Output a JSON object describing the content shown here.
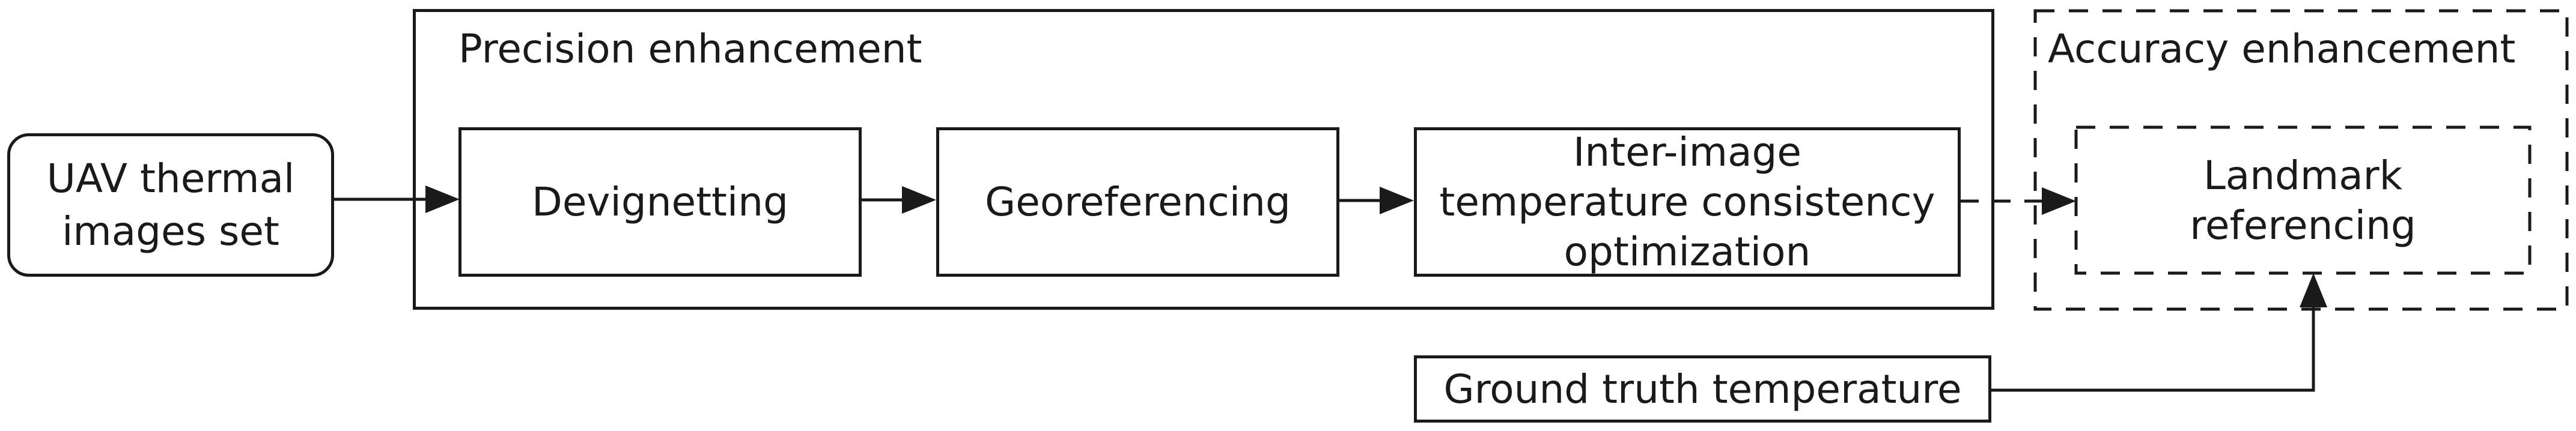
{
  "groups": {
    "precision": {
      "title": "Precision enhancement"
    },
    "accuracy": {
      "title": "Accuracy enhancement"
    }
  },
  "nodes": {
    "uav": {
      "lines": [
        "UAV thermal",
        "images set"
      ]
    },
    "devignetting": {
      "label": "Devignetting"
    },
    "georeferencing": {
      "label": "Georeferencing"
    },
    "inter_image": {
      "lines": [
        "Inter-image",
        "temperature consistency",
        "optimization"
      ]
    },
    "landmark": {
      "lines": [
        "Landmark",
        "referencing"
      ]
    },
    "ground_truth": {
      "label": "Ground truth temperature"
    }
  },
  "edges": [
    {
      "from": "uav",
      "to": "devignetting",
      "style": "solid"
    },
    {
      "from": "devignetting",
      "to": "georeferencing",
      "style": "solid"
    },
    {
      "from": "georeferencing",
      "to": "inter_image",
      "style": "solid"
    },
    {
      "from": "inter_image",
      "to": "landmark",
      "style": "dashed"
    },
    {
      "from": "ground_truth",
      "to": "landmark",
      "style": "solid-elbow"
    }
  ],
  "colors": {
    "stroke": "#1a1a1a",
    "text": "#1a1a1a",
    "background": "#ffffff"
  }
}
